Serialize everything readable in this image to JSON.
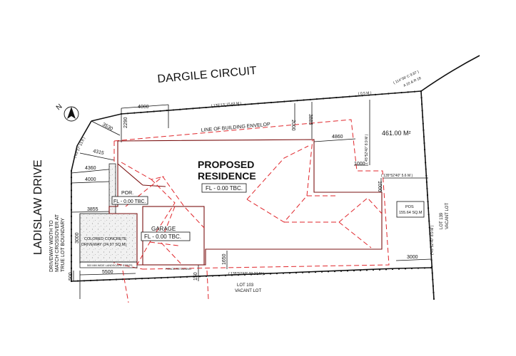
{
  "labels": {
    "street_top": "DARGILE CIRCUIT",
    "street_left": "LADISLAW DRIVE",
    "north": "N",
    "envelope": "LINE OF BUILDING ENVELOP",
    "residence_1": "PROPOSED",
    "residence_2": "RESIDENCE",
    "residence_fl": "FL - 0.00 TBC.",
    "area": "461.00 M²",
    "porch": "POR.",
    "porch_fl": "FL - 0.00 TBC.",
    "garage": "GARAGE",
    "garage_fl": "FL - 0.00 TBC.",
    "driveway_1": "COLORED CONCRETE",
    "driveway_2": "DRIVEWAY (24.97 SQ.M)",
    "landscape_strip": "500 MM WIDE LANDSCAPE STRIPS",
    "fence": "FENCE/RETAINING",
    "driveway_note_1": "DRIVEWAY WIDTH TO",
    "driveway_note_2": "MATCH CROSSOVER AT",
    "driveway_note_3": "TRUE LOT BOUNDARY",
    "pos_1": "POS",
    "pos_2": "155.64 SQ.M",
    "lot_east_1": "LOT 139",
    "lot_east_2": "VACANT LOT",
    "lot_south_1": "LOT 103",
    "lot_south_2": "VACANT LOT",
    "bearing_top": "( 130°13'  15.63 M )",
    "bearing_arc": "( 114°39'  C 9.87 )",
    "bearing_arc_2": "A 10 & R 18",
    "bearing_ne": "( 0.5 M )",
    "bearing_right_inner": "( 135°52'40\"  5.6 M )",
    "bearing_vertical": "( 45°52'40\"  8.9 M )",
    "bearing_bottom": "( 135°52'40\"  33.27 M )",
    "bearing_east": "( 45°52'40\"  8.9 M )",
    "bearing_corner": "( 63°27'  13.8 )"
  },
  "dimensions": {
    "d4000_top": "4000",
    "d2290": "2290",
    "d3530": "3530",
    "d2000": "2000",
    "d3885": "3885",
    "d4860": "4860",
    "d4315": "4315",
    "d4360": "4360",
    "d4000_left": "4000",
    "d3855": "3855",
    "d3000_left": "3000",
    "d1000_a": "1000",
    "d1000_b": "1000",
    "d1650": "1650",
    "d3000_right": "3000",
    "d5500": "5500",
    "d150": "150",
    "d500": "500"
  }
}
